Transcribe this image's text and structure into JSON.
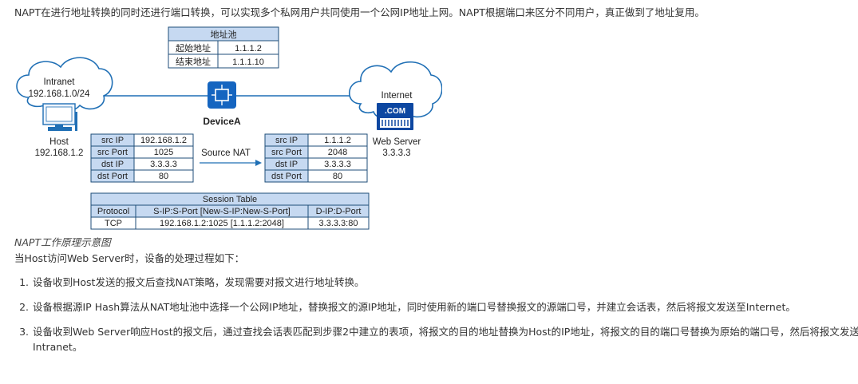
{
  "intro": "NAPT在进行地址转换的同时还进行端口转换，可以实现多个私网用户共同使用一个公网IP地址上网。NAPT根据端口来区分不同用户，真正做到了地址复用。",
  "figure": {
    "pool": {
      "title": "地址池",
      "rows": [
        {
          "label": "起始地址",
          "value": "1.1.1.2"
        },
        {
          "label": "结束地址",
          "value": "1.1.1.10"
        }
      ]
    },
    "intranet": {
      "name": "Intranet",
      "subnet": "192.168.1.0/24"
    },
    "internet": {
      "name": "Internet",
      "badge": ".COM"
    },
    "device": "DeviceA",
    "host": {
      "name": "Host",
      "ip": "192.168.1.2"
    },
    "server": {
      "name": "Web Server",
      "ip": "3.3.3.3"
    },
    "arrow_label": "Source NAT",
    "packet_before": [
      {
        "field": "src IP",
        "value": "192.168.1.2"
      },
      {
        "field": "src Port",
        "value": "1025"
      },
      {
        "field": "dst IP",
        "value": "3.3.3.3"
      },
      {
        "field": "dst Port",
        "value": "80"
      }
    ],
    "packet_after": [
      {
        "field": "src IP",
        "value": "1.1.1.2"
      },
      {
        "field": "src Port",
        "value": "2048"
      },
      {
        "field": "dst IP",
        "value": "3.3.3.3"
      },
      {
        "field": "dst Port",
        "value": "80"
      }
    ],
    "session": {
      "title": "Session Table",
      "headers": [
        "Protocol",
        "S-IP:S-Port [New-S-IP:New-S-Port]",
        "D-IP:D-Port"
      ],
      "row": [
        "TCP",
        "192.168.1.2:1025 [1.1.1.2:2048]",
        "3.3.3.3:80"
      ]
    },
    "colors": {
      "header_bg": "#c6d9f1",
      "border": "#1f4e79",
      "line": "#1f6fb5",
      "device": "#1565c0"
    }
  },
  "caption": "NAPT工作原理示意图",
  "lead": "当Host访问Web Server时，设备的处理过程如下：",
  "steps": [
    "设备收到Host发送的报文后查找NAT策略，发现需要对报文进行地址转换。",
    "设备根据源IP Hash算法从NAT地址池中选择一个公网IP地址，替换报文的源IP地址，同时使用新的端口号替换报文的源端口号，并建立会话表，然后将报文发送至Internet。",
    "设备收到Web Server响应Host的报文后，通过查找会话表匹配到步骤2中建立的表项，将报文的目的地址替换为Host的IP地址，将报文的目的端口号替换为原始的端口号，然后将报文发送至Intranet。"
  ]
}
